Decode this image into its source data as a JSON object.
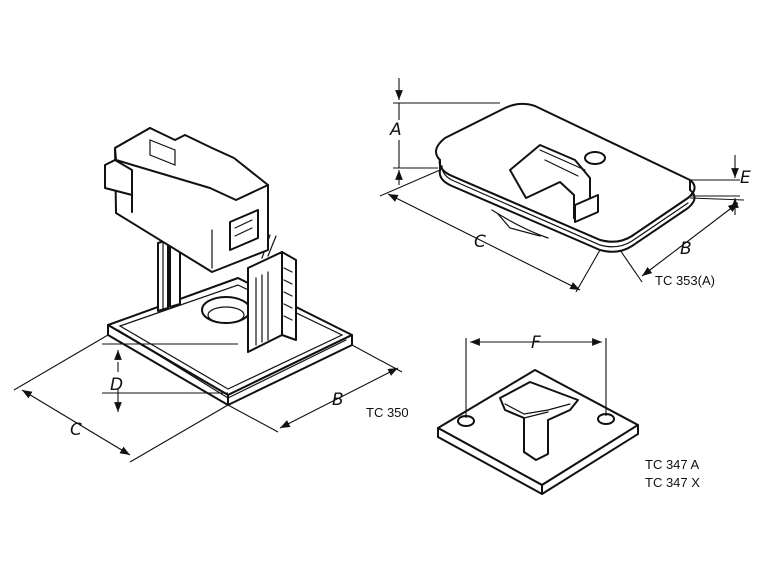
{
  "parts": {
    "tc350": {
      "caption": "TC 350",
      "dim_labels": {
        "d": "D",
        "c": "C",
        "b": "B"
      }
    },
    "tc353": {
      "caption": "TC 353(A)",
      "dim_labels": {
        "a": "A",
        "e": "E",
        "c": "C",
        "b": "B"
      }
    },
    "tc347": {
      "captions": [
        "TC   347 A",
        "TC   347 X"
      ],
      "dim_labels": {
        "f": "F"
      }
    }
  }
}
